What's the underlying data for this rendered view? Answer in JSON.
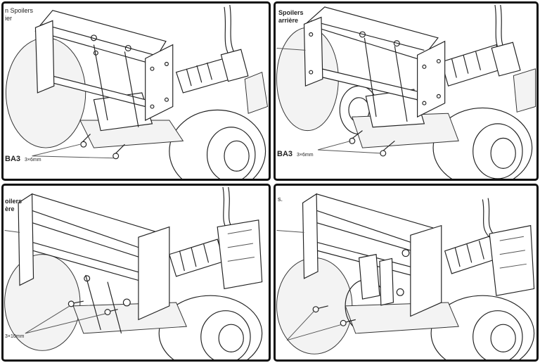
{
  "panels": [
    {
      "name": "panel-1",
      "labels": {
        "title_line1": "n Spoilers",
        "title_line2": "ier",
        "part_code": "BA3",
        "screw_size": "3×6mm"
      }
    },
    {
      "name": "panel-2",
      "labels": {
        "title_line1": "Spoilers",
        "title_line2": "arrière",
        "part_code": "BA3",
        "screw_size": "3×6mm"
      }
    },
    {
      "name": "panel-3",
      "labels": {
        "title_line1": "oilers",
        "title_line2": "ère",
        "screw_size": "3×10mm"
      }
    },
    {
      "name": "panel-4",
      "labels": {
        "title_line1": "s."
      }
    }
  ]
}
